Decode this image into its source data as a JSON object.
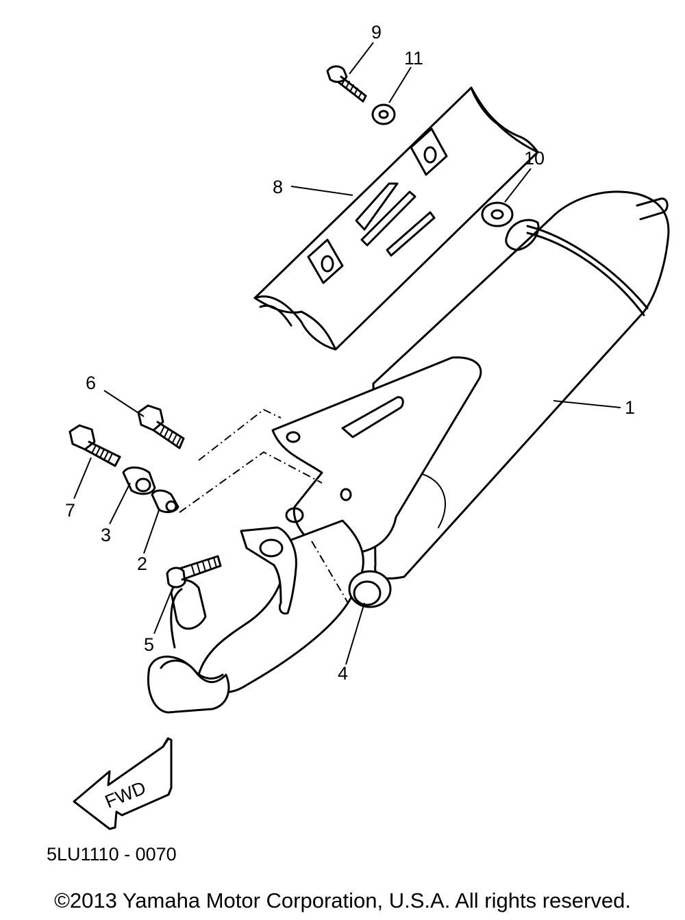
{
  "callouts": {
    "c1": "1",
    "c2": "2",
    "c3": "3",
    "c4": "4",
    "c5": "5",
    "c6": "6",
    "c7": "7",
    "c8": "8",
    "c9": "9",
    "c10": "10",
    "c11": "11"
  },
  "arrow_label": "FWD",
  "diagram_code": "5LU1110 - 0070",
  "copyright": "©2013 Yamaha Motor Corporation, U.S.A. All rights reserved."
}
